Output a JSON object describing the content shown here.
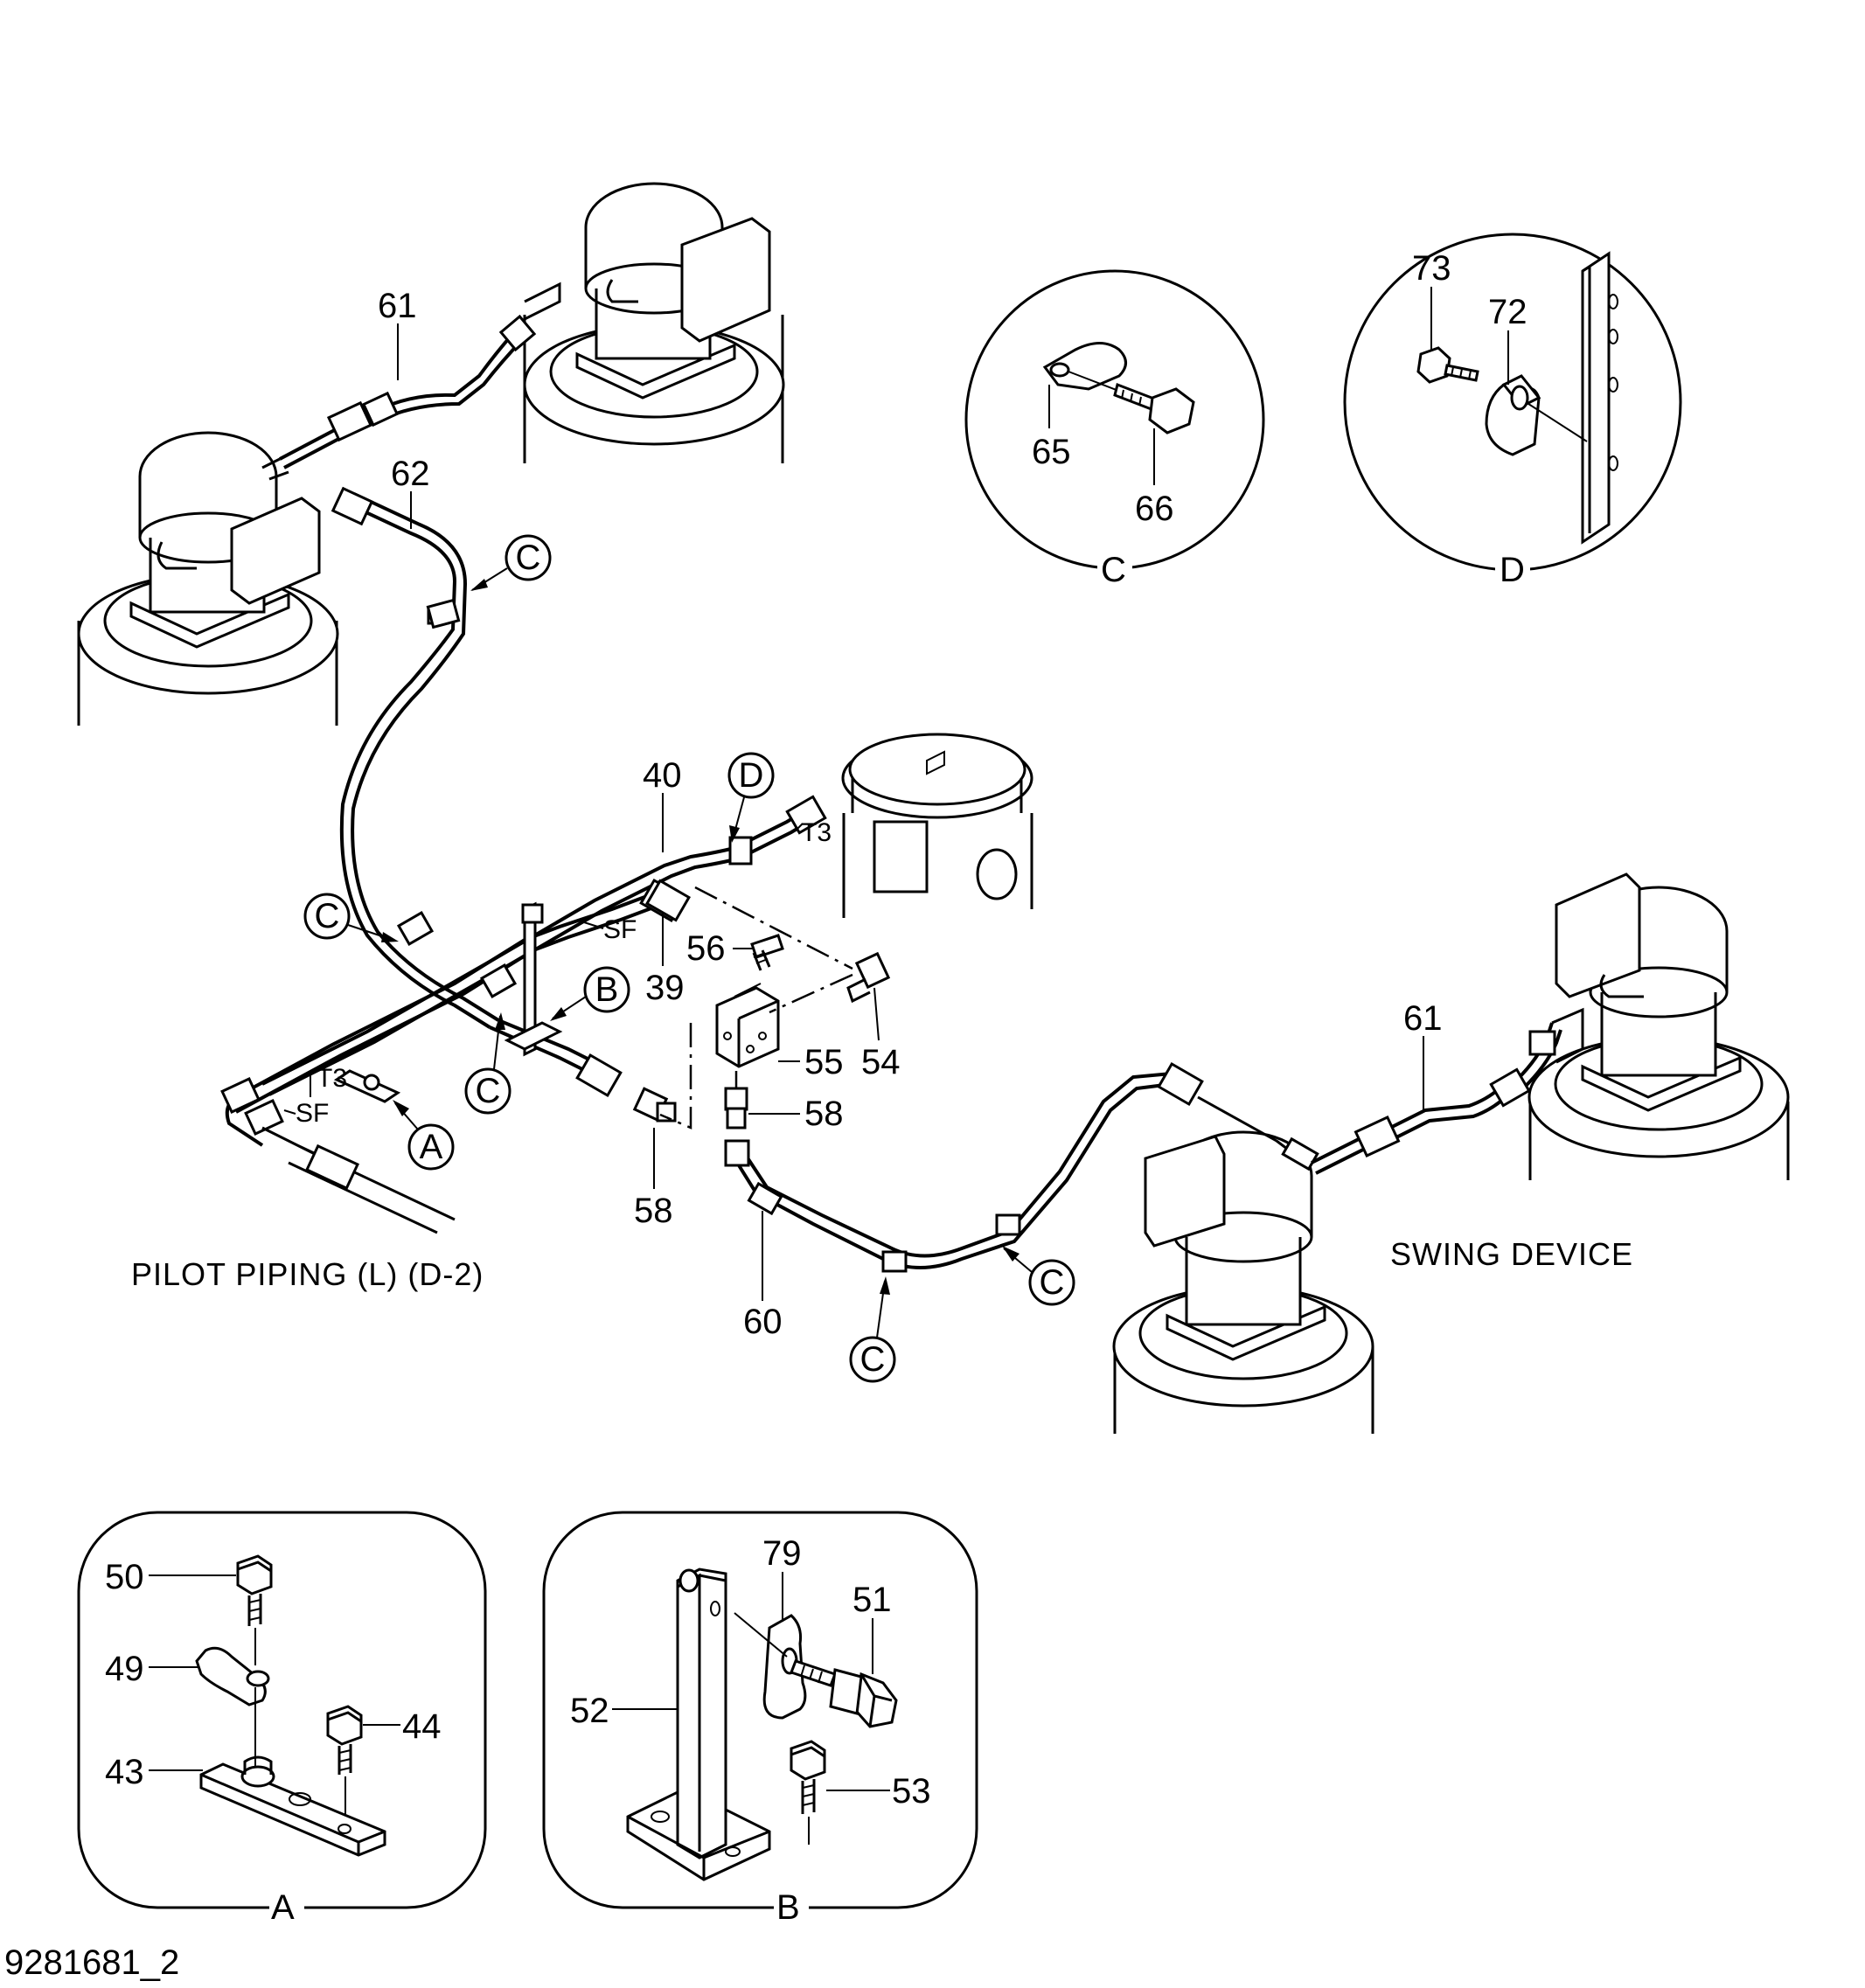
{
  "drawing_id": "9281681_2",
  "captions": {
    "pilot_piping": "PILOT  PIPING (L)  (D-2)",
    "swing_device": "SWING  DEVICE"
  },
  "callouts": {
    "c_main_upper": "C",
    "c_main_left": "C",
    "c_main_mid": "C",
    "c_main_right": "C",
    "c_main_bottom": "C",
    "d_main": "D",
    "b_main": "B",
    "a_main": "A"
  },
  "part_numbers": {
    "p61_top": "61",
    "p62": "62",
    "p40": "40",
    "p39": "39",
    "p56": "56",
    "p55": "55",
    "p54": "54",
    "p58_right": "58",
    "p58_bottom": "58",
    "p60": "60",
    "p61_right": "61",
    "p65": "65",
    "p66": "66",
    "p73": "73",
    "p72": "72",
    "p50": "50",
    "p49": "49",
    "p44": "44",
    "p43": "43",
    "p52": "52",
    "p79": "79",
    "p51": "51",
    "p53": "53"
  },
  "port_marks": {
    "t3_upper": "T3",
    "sf_upper": "SF",
    "t3_lower": "T3",
    "sf_lower": "SF"
  },
  "detail_views": {
    "c": "C",
    "d": "D",
    "a": "A",
    "b": "B"
  }
}
